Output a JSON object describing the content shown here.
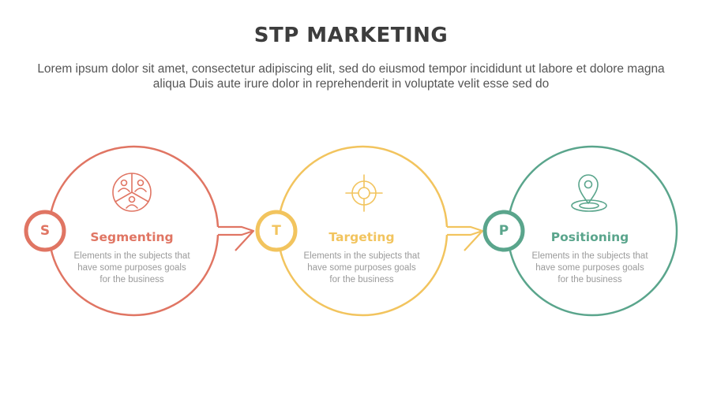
{
  "title": "STP MARKETING",
  "subtitle": "Lorem ipsum dolor sit amet, consectetur adipiscing elit, sed do eiusmod tempor incididunt ut labore et dolore magna aliqua Duis aute irure dolor in reprehenderit in voluptate velit esse sed do",
  "steps": [
    {
      "letter": "S",
      "label": "Segmenting",
      "description": "Elements in the subjects that\nhave  some purposes goals\nfor the  business",
      "color": "#e07563",
      "icon": "segmentation-pie-people-icon"
    },
    {
      "letter": "T",
      "label": "Targeting",
      "description": "Elements in the subjects that\nhave  some purposes goals\nfor the  business",
      "color": "#f2c45e",
      "icon": "target-crosshair-icon"
    },
    {
      "letter": "P",
      "label": "Positioning",
      "description": "Elements in the subjects that\nhave  some purposes goals\nfor the  business",
      "color": "#5aa58c",
      "icon": "location-pin-icon"
    }
  ]
}
